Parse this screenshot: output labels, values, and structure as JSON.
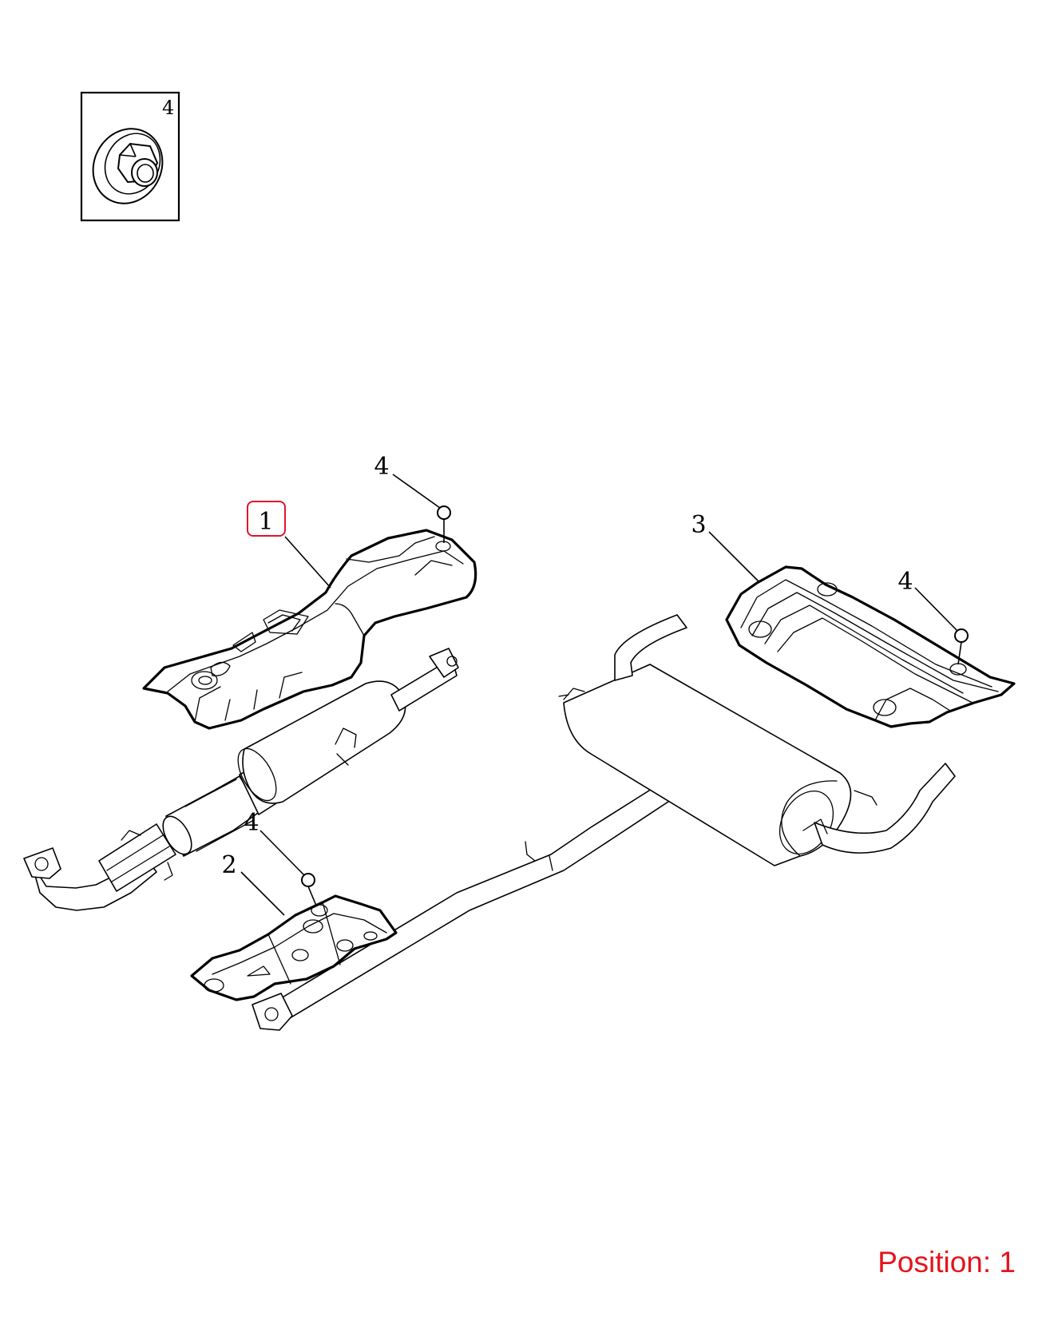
{
  "diagram": {
    "inset": {
      "callout": "4"
    },
    "callouts": {
      "heat_shield_front": "1",
      "heat_shield_center": "2",
      "heat_shield_rear": "3",
      "nut_top": "4",
      "nut_center": "4",
      "nut_rear": "4"
    },
    "highlighted_callout": "1",
    "highlight_color": "#e0142c"
  },
  "footer": {
    "position_label": "Position: 1",
    "position_color": "#e4141c"
  }
}
